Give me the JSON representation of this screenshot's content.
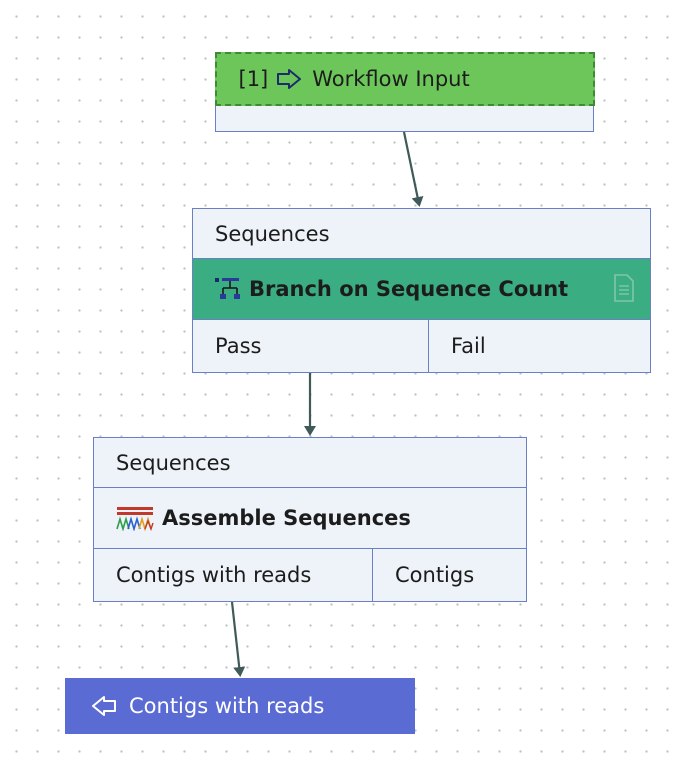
{
  "workflow_input": {
    "index_label": "[1]",
    "label": "Workflow Input",
    "icon": "input-arrow-icon",
    "color": "#6cc65a"
  },
  "branch_node": {
    "input_port": "Sequences",
    "title": "Branch on Sequence Count",
    "icon": "branch-icon",
    "doc_icon": "document-icon",
    "color": "#3bad82",
    "outputs": [
      "Pass",
      "Fail"
    ]
  },
  "assemble_node": {
    "input_port": "Sequences",
    "title": "Assemble Sequences",
    "icon": "assemble-icon",
    "outputs": [
      "Contigs with reads",
      "Contigs"
    ]
  },
  "workflow_output": {
    "label": "Contigs with reads",
    "icon": "output-arrow-icon",
    "color": "#5b6bd4"
  }
}
